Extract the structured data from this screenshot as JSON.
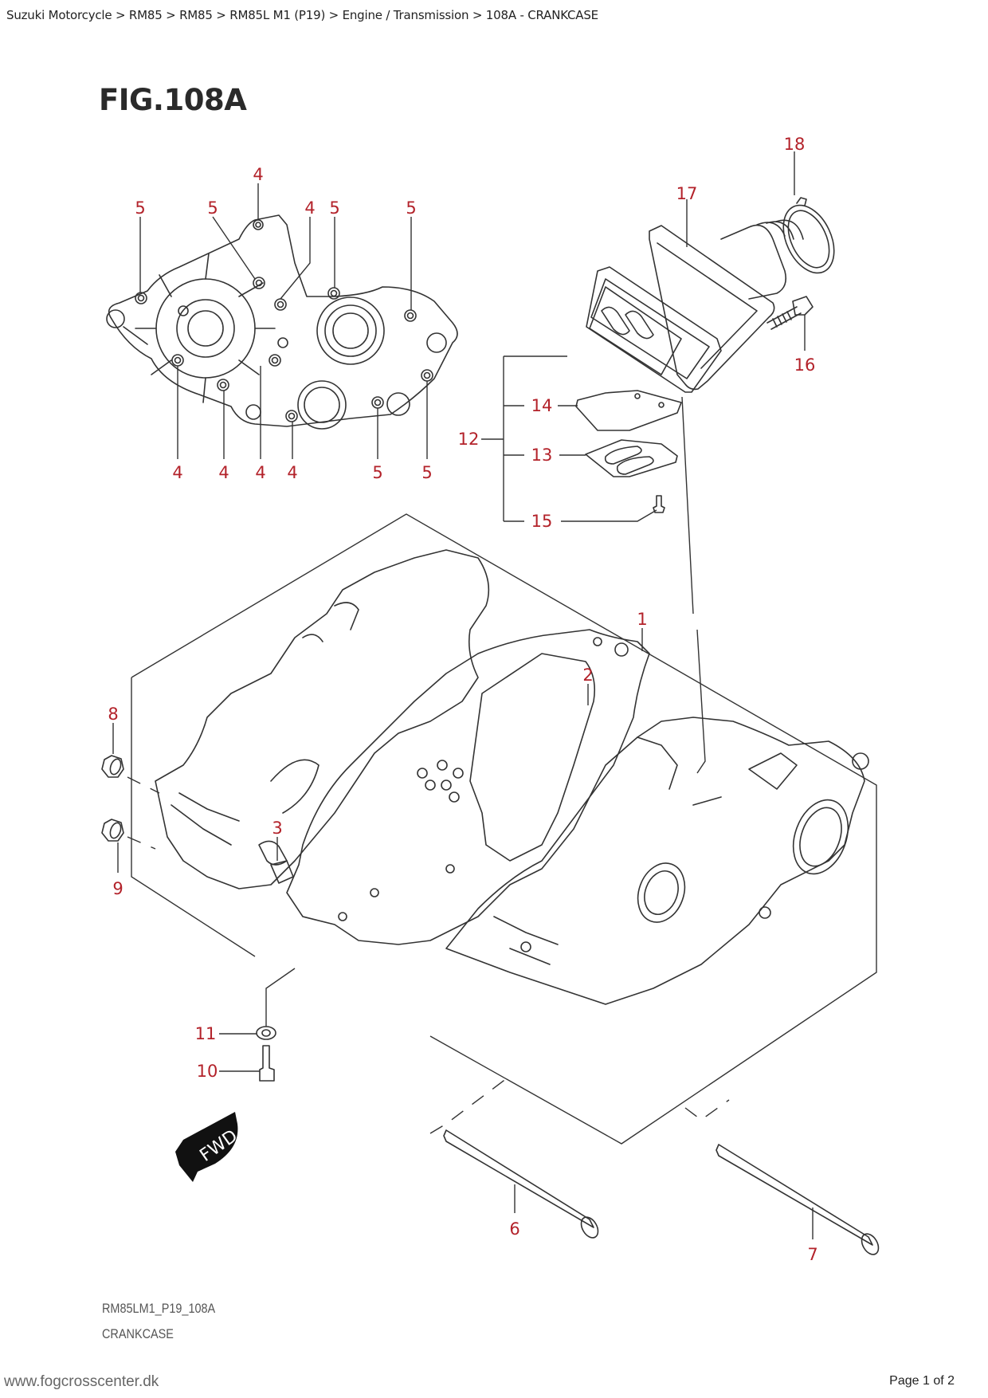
{
  "breadcrumb": {
    "items": [
      "Suzuki Motorcycle",
      "RM85",
      "RM85",
      "RM85L M1 (P19)",
      "Engine / Transmission",
      "108A - CRANKCASE"
    ],
    "separator": " > ",
    "text": "Suzuki Motorcycle > RM85 > RM85 > RM85L M1 (P19) > Engine / Transmission > 108A - CRANKCASE"
  },
  "figure": {
    "title": "FIG.108A",
    "code": "RM85LM1_P19_108A",
    "name": "CRANKCASE",
    "fwd_label": "FWD",
    "label_color": "#b3222a"
  },
  "callouts": [
    {
      "id": "c4a",
      "num": "4"
    },
    {
      "id": "c5a",
      "num": "5"
    },
    {
      "id": "c5b",
      "num": "5"
    },
    {
      "id": "c4b",
      "num": "4"
    },
    {
      "id": "c5c",
      "num": "5"
    },
    {
      "id": "c5d",
      "num": "5"
    },
    {
      "id": "c4c",
      "num": "4"
    },
    {
      "id": "c4d",
      "num": "4"
    },
    {
      "id": "c4e",
      "num": "4"
    },
    {
      "id": "c4f",
      "num": "4"
    },
    {
      "id": "c5e",
      "num": "5"
    },
    {
      "id": "c5f",
      "num": "5"
    },
    {
      "id": "c18",
      "num": "18"
    },
    {
      "id": "c17",
      "num": "17"
    },
    {
      "id": "c16",
      "num": "16"
    },
    {
      "id": "c12",
      "num": "12"
    },
    {
      "id": "c14",
      "num": "14"
    },
    {
      "id": "c13",
      "num": "13"
    },
    {
      "id": "c15",
      "num": "15"
    },
    {
      "id": "c1",
      "num": "1"
    },
    {
      "id": "c2",
      "num": "2"
    },
    {
      "id": "c8",
      "num": "8"
    },
    {
      "id": "c9",
      "num": "9"
    },
    {
      "id": "c3",
      "num": "3"
    },
    {
      "id": "c11",
      "num": "11"
    },
    {
      "id": "c10",
      "num": "10"
    },
    {
      "id": "c6",
      "num": "6"
    },
    {
      "id": "c7",
      "num": "7"
    }
  ],
  "footer": {
    "website": "www.fogcrosscenter.dk",
    "page": "Page 1 of 2"
  }
}
